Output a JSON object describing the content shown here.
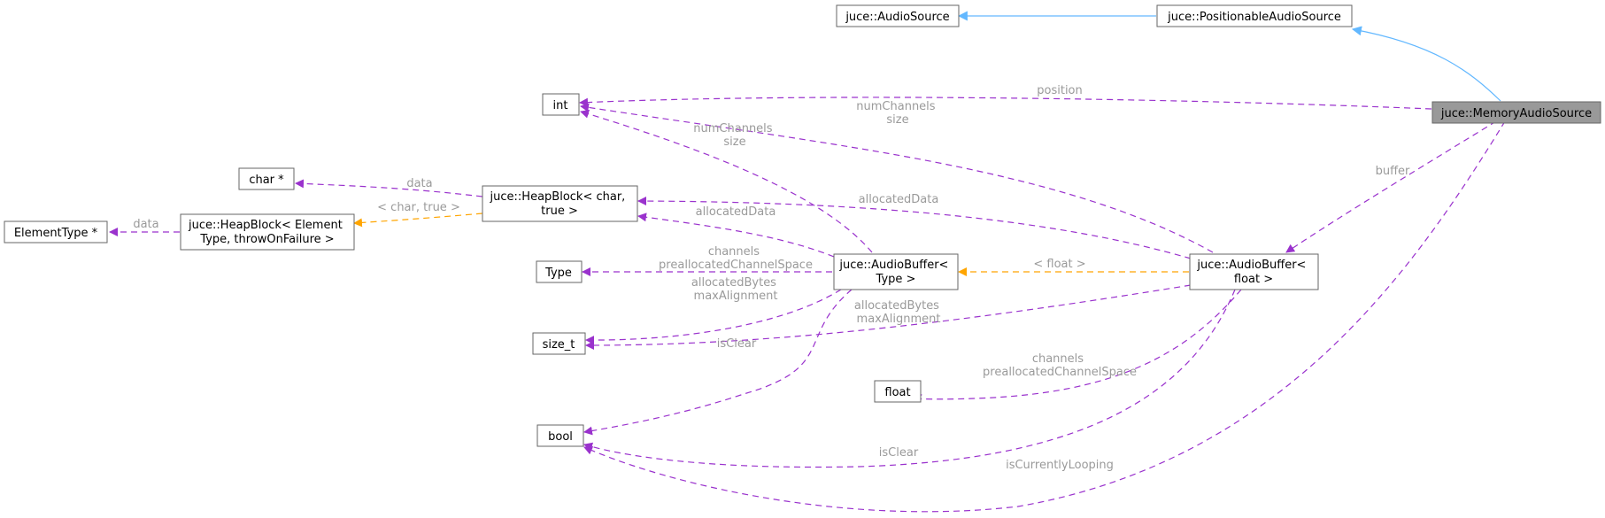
{
  "diagram": {
    "colors": {
      "member_edge": "#9a32cd",
      "template_edge": "#ffa500",
      "inheritance_edge": "#63b8ff",
      "highlight_node": "#999999",
      "edge_label": "#9a9a9a"
    },
    "nodes": {
      "audio_source": [
        "juce::AudioSource"
      ],
      "positionable": [
        "juce::PositionableAudioSource"
      ],
      "memory": [
        "juce::MemoryAudioSource"
      ],
      "int_t": [
        "int"
      ],
      "char_ptr": [
        "char *"
      ],
      "heapblock_char": [
        "juce::HeapBlock< char,",
        "true >"
      ],
      "element_type_ptr": [
        "ElementType *"
      ],
      "heapblock_generic": [
        "juce::HeapBlock< Element",
        "Type, throwOnFailure >"
      ],
      "type_t": [
        "Type"
      ],
      "audiobuffer_type": [
        "juce::AudioBuffer<",
        "Type >"
      ],
      "audiobuffer_float": [
        "juce::AudioBuffer<",
        "float >"
      ],
      "size_t_t": [
        "size_t"
      ],
      "float_t": [
        "float"
      ],
      "bool_t": [
        "bool"
      ]
    },
    "edge_labels": {
      "position": [
        "position"
      ],
      "num_channels_float": [
        "numChannels",
        "size"
      ],
      "num_channels_type": [
        "numChannels",
        "size"
      ],
      "buffer": [
        "buffer"
      ],
      "data_char": [
        "data"
      ],
      "char_true": [
        "< char, true >"
      ],
      "data_element": [
        "data"
      ],
      "allocated_data_float": [
        "allocatedData"
      ],
      "allocated_data_type": [
        "allocatedData"
      ],
      "channels_type": [
        "channels",
        "preallocatedChannelSpace"
      ],
      "float_tmpl": [
        "< float >"
      ],
      "allocated_bytes_type": [
        "allocatedBytes",
        "maxAlignment"
      ],
      "allocated_bytes_float": [
        "allocatedBytes",
        "maxAlignment"
      ],
      "is_clear_type": [
        "isClear"
      ],
      "channels_float": [
        "channels",
        "preallocatedChannelSpace"
      ],
      "is_clear_float": [
        "isClear"
      ],
      "is_currently_looping": [
        "isCurrentlyLooping"
      ]
    }
  }
}
